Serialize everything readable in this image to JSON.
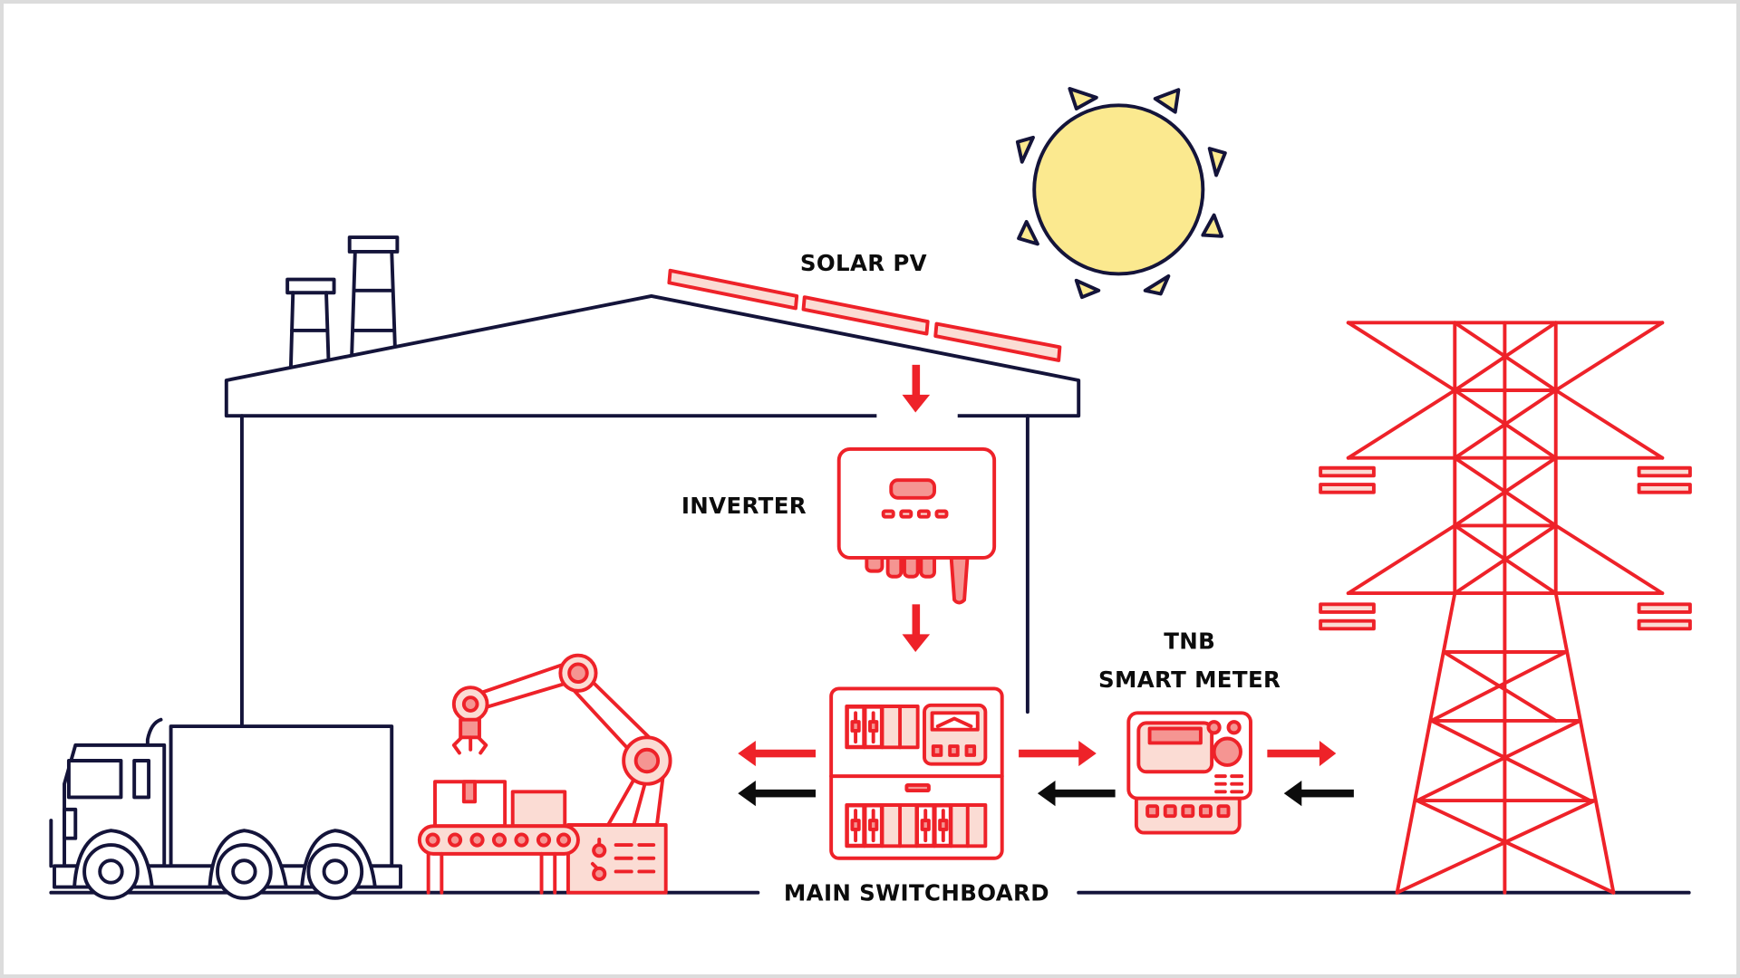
{
  "diagram": {
    "title": "Solar PV self-consumption system diagram",
    "labels": {
      "solar_pv": "SOLAR PV",
      "inverter": "INVERTER",
      "main_switchboard": "MAIN SWITCHBOARD",
      "smart_meter_line1": "TNB",
      "smart_meter_line2": "SMART METER"
    },
    "components": [
      {
        "id": "sun",
        "icon": "sun-icon"
      },
      {
        "id": "solar-pv",
        "icon": "solar-panel-icon",
        "panel_count": 3
      },
      {
        "id": "factory",
        "icon": "factory-building-icon",
        "chimney_count": 2
      },
      {
        "id": "inverter",
        "icon": "inverter-icon"
      },
      {
        "id": "main-switchboard",
        "icon": "switchboard-icon"
      },
      {
        "id": "smart-meter",
        "icon": "smart-meter-icon"
      },
      {
        "id": "transmission-tower",
        "icon": "pylon-icon"
      },
      {
        "id": "robot-arm",
        "icon": "robotic-arm-conveyor-icon"
      },
      {
        "id": "truck",
        "icon": "truck-icon"
      }
    ],
    "flows": [
      {
        "from": "solar-pv",
        "to": "inverter",
        "color": "red",
        "direction": "down"
      },
      {
        "from": "inverter",
        "to": "main-switchboard",
        "color": "red",
        "direction": "down"
      },
      {
        "from": "main-switchboard",
        "to": "loads",
        "color": "red",
        "direction": "left"
      },
      {
        "from": "loads",
        "to": "main-switchboard",
        "color": "black",
        "direction": "left"
      },
      {
        "from": "main-switchboard",
        "to": "smart-meter",
        "color": "red",
        "direction": "right"
      },
      {
        "from": "smart-meter",
        "to": "main-switchboard",
        "color": "black",
        "direction": "left"
      },
      {
        "from": "smart-meter",
        "to": "grid",
        "color": "red",
        "direction": "right"
      },
      {
        "from": "grid",
        "to": "smart-meter",
        "color": "black",
        "direction": "left"
      }
    ],
    "colors": {
      "solar_flow": "#ee2229",
      "grid_flow": "#0c0c0c",
      "outline": "#14143a",
      "sun_fill": "#fbe98f",
      "light_fill": "#fbdcd4",
      "mid_fill": "#f59592"
    }
  }
}
